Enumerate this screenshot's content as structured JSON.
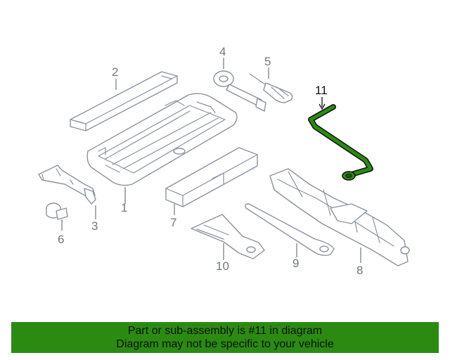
{
  "diagram": {
    "callouts": [
      {
        "num": "1"
      },
      {
        "num": "2"
      },
      {
        "num": "3"
      },
      {
        "num": "4"
      },
      {
        "num": "5"
      },
      {
        "num": "6"
      },
      {
        "num": "7"
      },
      {
        "num": "8"
      },
      {
        "num": "9"
      },
      {
        "num": "10"
      },
      {
        "num": "11"
      }
    ],
    "selected_part": "11",
    "highlight_color": "#2b8a12",
    "line_color": "#8a929e"
  },
  "banner": {
    "line1": "Part or sub-assembly is #11 in diagram",
    "line2": "Diagram may not be specific to your vehicle",
    "background": "#2b8a12"
  }
}
